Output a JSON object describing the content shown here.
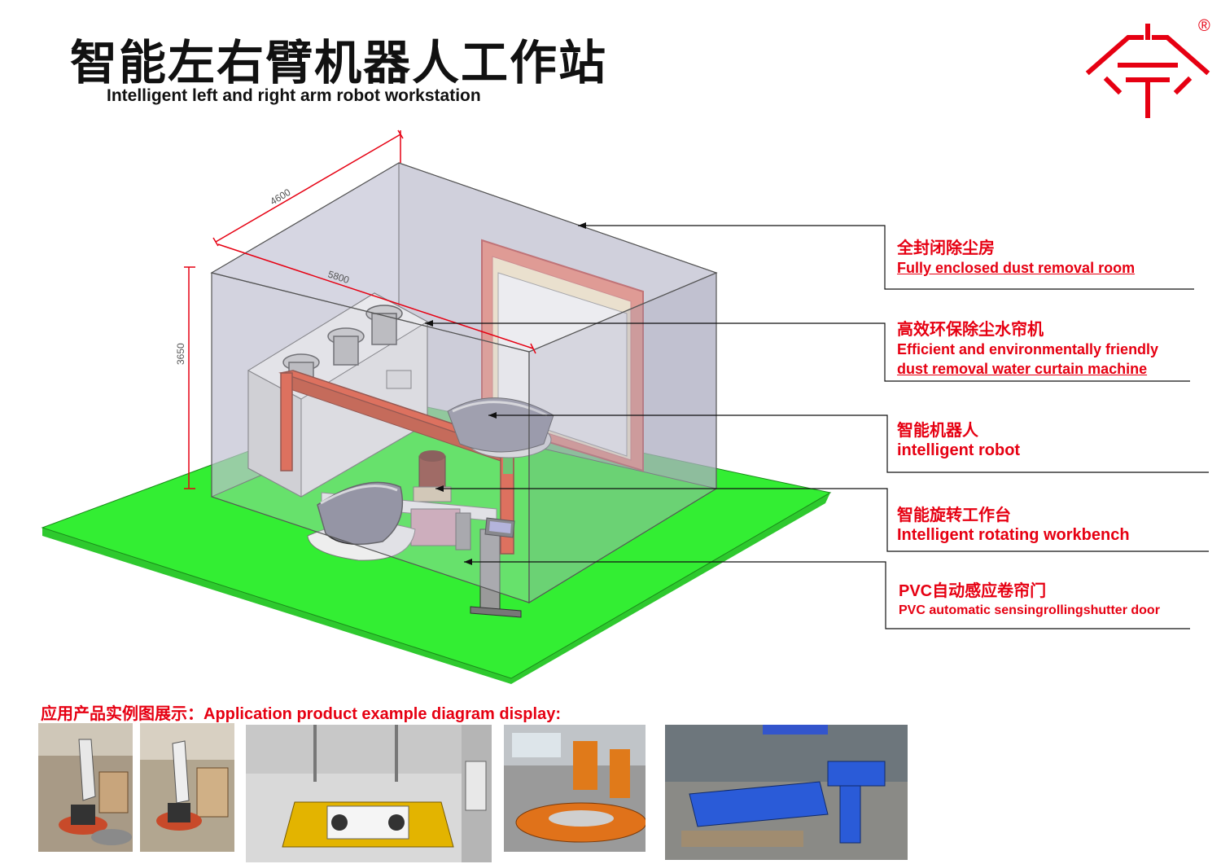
{
  "title_cn": "智能左右臂机器人工作站",
  "title_en": "Intelligent left and right arm robot workstation",
  "logo": {
    "icon": "company-logo",
    "trademark": "®",
    "color": "#e60012"
  },
  "dimensions": {
    "width": "4600",
    "length": "5800",
    "height": "3650"
  },
  "callouts": [
    {
      "cn": "全封闭除尘房",
      "en": [
        "Fully enclosed dust removal room"
      ]
    },
    {
      "cn": "高效环保除尘水帘机",
      "en": [
        "Efficient and environmentally friendly",
        "dust removal water curtain machine"
      ]
    },
    {
      "cn": "智能机器人",
      "en": [
        "intelligent robot"
      ]
    },
    {
      "cn": "智能旋转工作台",
      "en": [
        "Intelligent rotating workbench"
      ]
    },
    {
      "cn": "PVC自动感应卷帘门",
      "en": [
        "PVC automatic sensingrollingshutter door"
      ]
    }
  ],
  "applications_title": "应用产品实例图展示：Application product example diagram display:",
  "photos": [
    {
      "icon": "robot-chair-photo-1"
    },
    {
      "icon": "robot-chair-photo-2"
    },
    {
      "icon": "spray-booth-photo"
    },
    {
      "icon": "orange-turntable-photo"
    },
    {
      "icon": "blue-robot-workshop-photo"
    }
  ],
  "colors": {
    "accent": "#e60012",
    "floor": "#33ee33",
    "frame": "#e8431f",
    "room": "#b9b9cc"
  }
}
